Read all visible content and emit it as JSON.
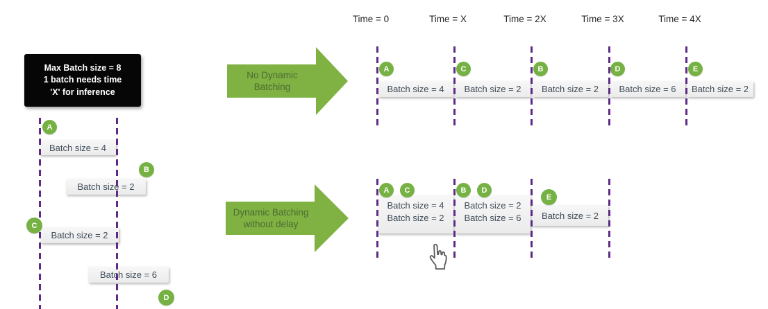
{
  "info_box": {
    "lines": [
      "Max Batch size = 8",
      "1 batch needs time",
      "'X' for inference"
    ]
  },
  "timeline_labels": [
    "Time = 0",
    "Time = X",
    "Time = 2X",
    "Time = 3X",
    "Time = 4X"
  ],
  "arrows": {
    "top": {
      "label_lines": [
        "No Dynamic",
        "Batching"
      ]
    },
    "bottom": {
      "label_lines": [
        "Dynamic Batching",
        "without delay"
      ]
    }
  },
  "left_queue": {
    "items": [
      {
        "badge": "A",
        "label": "Batch size = 4"
      },
      {
        "badge": "B",
        "label": "Batch size = 2"
      },
      {
        "badge": "C",
        "label": "Batch size = 2"
      },
      {
        "badge": "D",
        "label": "Batch size = 6"
      }
    ]
  },
  "no_dynamic_row": {
    "slots": [
      {
        "badge": "A",
        "label": "Batch size = 4"
      },
      {
        "badge": "C",
        "label": "Batch size = 2"
      },
      {
        "badge": "B",
        "label": "Batch size = 2"
      },
      {
        "badge": "D",
        "label": "Batch size = 6"
      },
      {
        "badge": "E",
        "label": "Batch size = 2"
      }
    ]
  },
  "dynamic_row": {
    "slots": [
      {
        "badges": [
          "A",
          "C"
        ],
        "labels": [
          "Batch size = 4",
          "Batch size = 2"
        ]
      },
      {
        "badges": [
          "B",
          "D"
        ],
        "labels": [
          "Batch size = 2",
          "Batch size = 6"
        ]
      },
      {
        "badges": [
          "E"
        ],
        "labels": [
          "Batch size = 2"
        ]
      }
    ]
  },
  "icons": {
    "cursor": "hand-pointer"
  },
  "colors": {
    "green": "#76b143",
    "green_arrow": "#7fb243",
    "purple": "#5d2b87",
    "box_bg": "#f1f1f1",
    "box_text": "#3f4c59",
    "info_box_bg": "#060606",
    "info_box_text": "#ffffff"
  }
}
